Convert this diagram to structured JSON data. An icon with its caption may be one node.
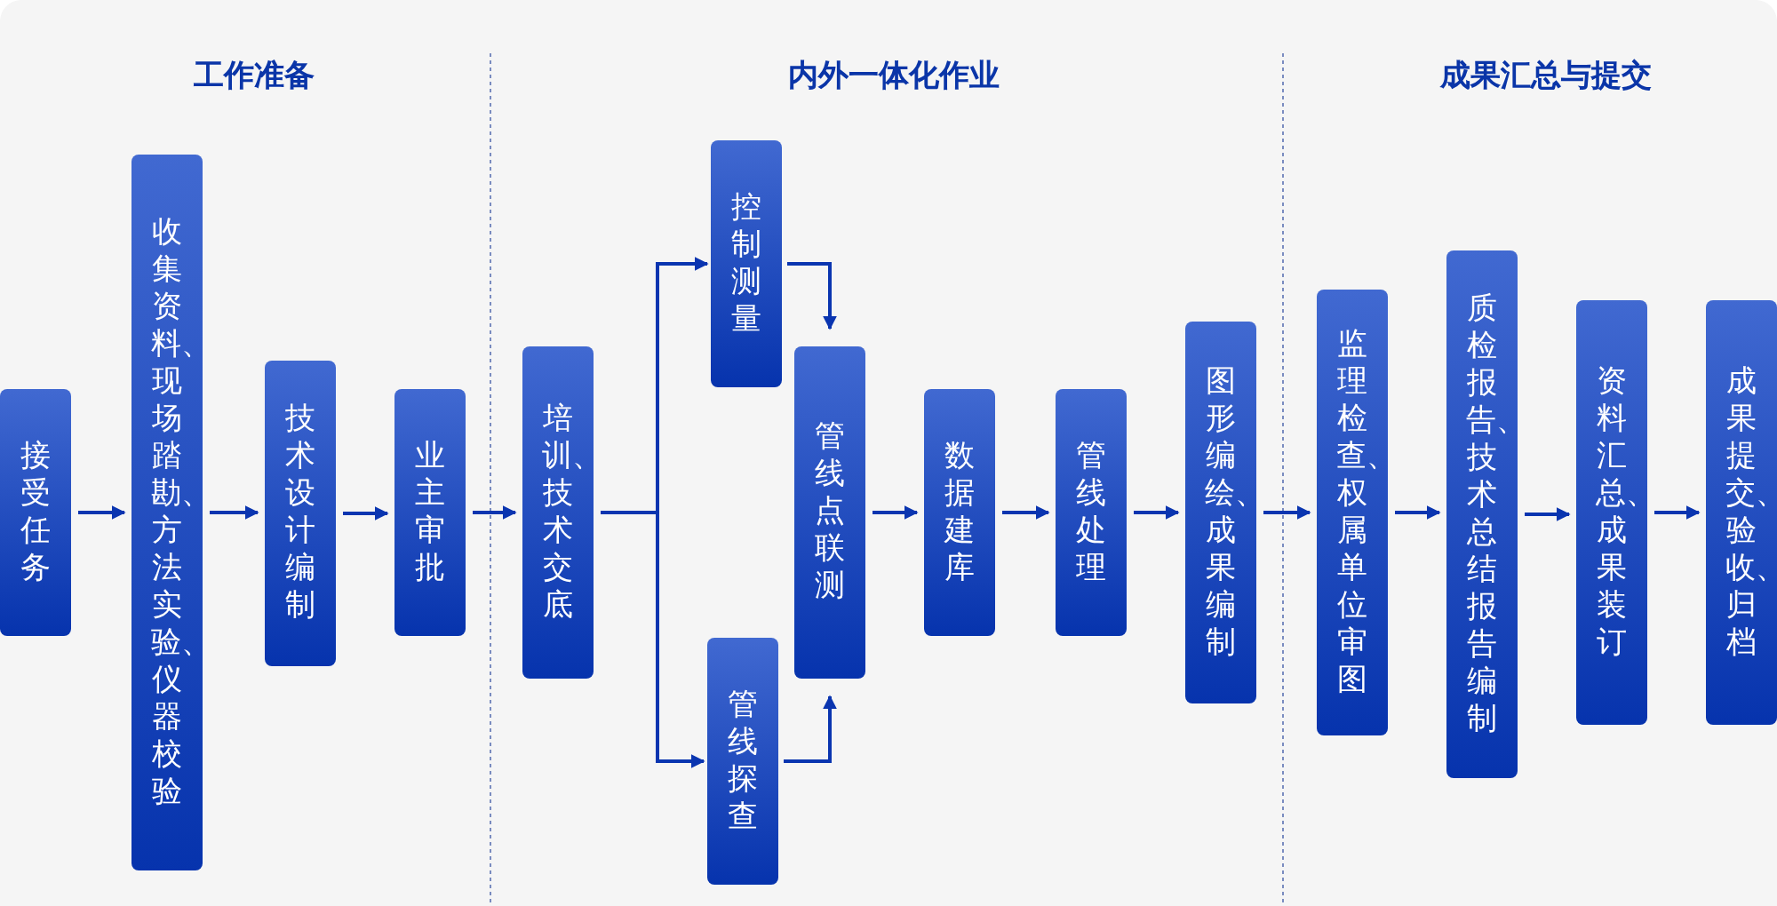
{
  "diagram": {
    "nodes": [
      {
        "text": [
          "接受任务"
        ]
      },
      {
        "text": [
          "收集资料、现场踏勘、方法实验、仪器校验"
        ]
      },
      {
        "text": [
          "技术设计编制"
        ]
      },
      {
        "text": [
          "业主审批"
        ]
      },
      {
        "text": [
          "培训、技术交底"
        ]
      },
      {
        "text": [
          "控制测量"
        ]
      },
      {
        "text": [
          "管线探查"
        ]
      },
      {
        "text": [
          "管线点联测"
        ]
      },
      {
        "text": [
          "数据建库"
        ]
      },
      {
        "text": [
          "管线处理"
        ]
      },
      {
        "text": [
          "图形编绘、成果编制"
        ]
      },
      {
        "text": [
          "监理检查、权属单位审图"
        ]
      },
      {
        "text": [
          "质检报告、技术总结报告编制"
        ]
      },
      {
        "text": [
          "资料汇总、成果装订"
        ]
      },
      {
        "text": [
          "成果提交、验收、归档"
        ]
      }
    ],
    "edges": [
      {
        "from": 0,
        "to": 1,
        "arrow": "to"
      },
      {
        "from": 1,
        "to": 2,
        "arrow": "to"
      },
      {
        "from": 2,
        "to": 3,
        "arrow": "to"
      },
      {
        "from": 3,
        "to": 4,
        "arrow": "to"
      },
      {
        "from": 4,
        "to": 5,
        "arrow": "to"
      },
      {
        "from": 4,
        "to": 6,
        "arrow": "to"
      },
      {
        "from": 5,
        "to": 7,
        "arrow": "to"
      },
      {
        "from": 6,
        "to": 7,
        "arrow": "to"
      },
      {
        "from": 7,
        "to": 8,
        "arrow": "to"
      },
      {
        "from": 8,
        "to": 9,
        "arrow": "to"
      },
      {
        "from": 9,
        "to": 10,
        "arrow": "to"
      },
      {
        "from": 10,
        "to": 11,
        "arrow": "to"
      },
      {
        "from": 11,
        "to": 12,
        "arrow": "to"
      },
      {
        "from": 12,
        "to": 13,
        "arrow": "to"
      },
      {
        "from": 13,
        "to": 14,
        "arrow": "to"
      }
    ],
    "labels": [
      "工作准备",
      "内外一体化作业",
      "成果汇总与提交"
    ]
  }
}
